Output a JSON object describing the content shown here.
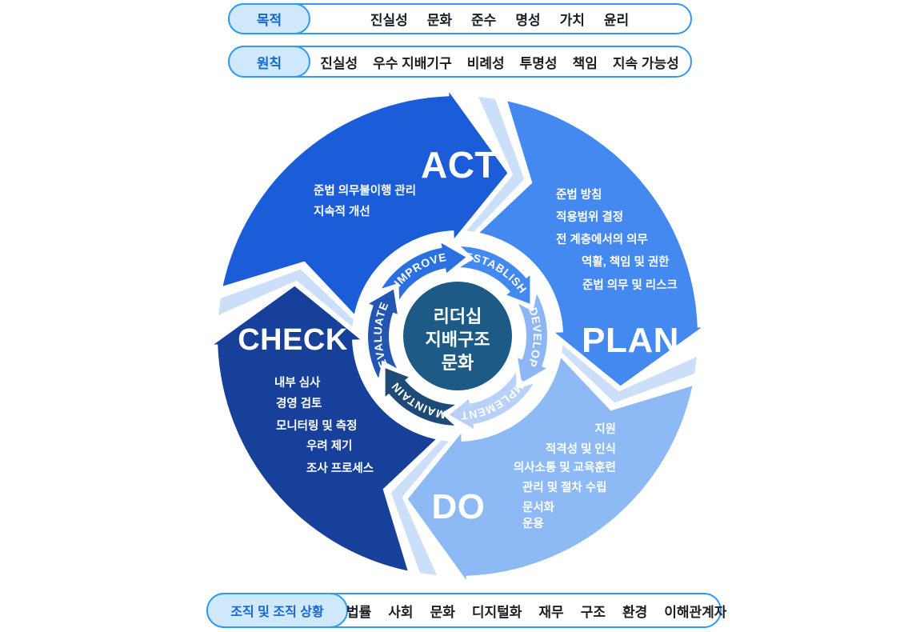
{
  "colors": {
    "pill_border": "#2e9af2",
    "pill_label_bg": "#cfe8fc",
    "pill_label_text": "#1667d0",
    "pill_item_text": "#1c1e26",
    "accent_stripe": "#cbdff9",
    "center_circle": "#1d5a86",
    "label_text": "#ffffff",
    "quadrants": {
      "act": "#1b5cd8",
      "plan": "#4489f0",
      "do": "#8dbaf5",
      "check": "#16409a"
    },
    "ring": {
      "establish": "#428af0",
      "develop": "#8cb6f4",
      "implement": "#b7d1f8",
      "maintain": "#1d4a77",
      "evaluate": "#2355b2",
      "improve": "#2b70e0"
    }
  },
  "pills": {
    "purpose": {
      "label": "목적",
      "items": [
        "진실성",
        "문화",
        "준수",
        "명성",
        "가치",
        "윤리"
      ]
    },
    "principles": {
      "label": "원칙",
      "items": [
        "진실성",
        "우수 지배기구",
        "비례성",
        "투명성",
        "책임",
        "지속 가능성"
      ]
    },
    "context": {
      "label": "조직 및 조직 상황",
      "items": [
        "법률",
        "사회",
        "문화",
        "디지털화",
        "재무",
        "구조",
        "환경",
        "이해관계자"
      ]
    }
  },
  "cycle": {
    "center": {
      "lines": [
        "리더십",
        "지배구조",
        "문화"
      ]
    },
    "ring": [
      {
        "label": "ESTABLISH"
      },
      {
        "label": "DEVELOP"
      },
      {
        "label": "IMPLEMENT"
      },
      {
        "label": "MAINTAIN"
      },
      {
        "label": "EVALUATE"
      },
      {
        "label": "IMPROVE"
      }
    ],
    "quadrants": [
      {
        "id": "act",
        "label": "ACT",
        "items": [
          "준법 의무불이행 관리",
          "지속적 개선"
        ]
      },
      {
        "id": "plan",
        "label": "PLAN",
        "items": [
          "준법 방침",
          "적용범위 결정",
          "전 계층에서의 의무",
          "역활, 책임 및 권한",
          "준법 의무 및 리스크"
        ]
      },
      {
        "id": "do",
        "label": "DO",
        "items": [
          "지원",
          "적격성 및 인식",
          "의사소통 및 교육훈련",
          "관리 및 절차 수립",
          "문서화",
          "운용"
        ]
      },
      {
        "id": "check",
        "label": "CHECK",
        "items": [
          "내부 심사",
          "경영 검토",
          "모니터링 및 측정",
          "우려 제기",
          "조사 프로세스"
        ]
      }
    ]
  }
}
